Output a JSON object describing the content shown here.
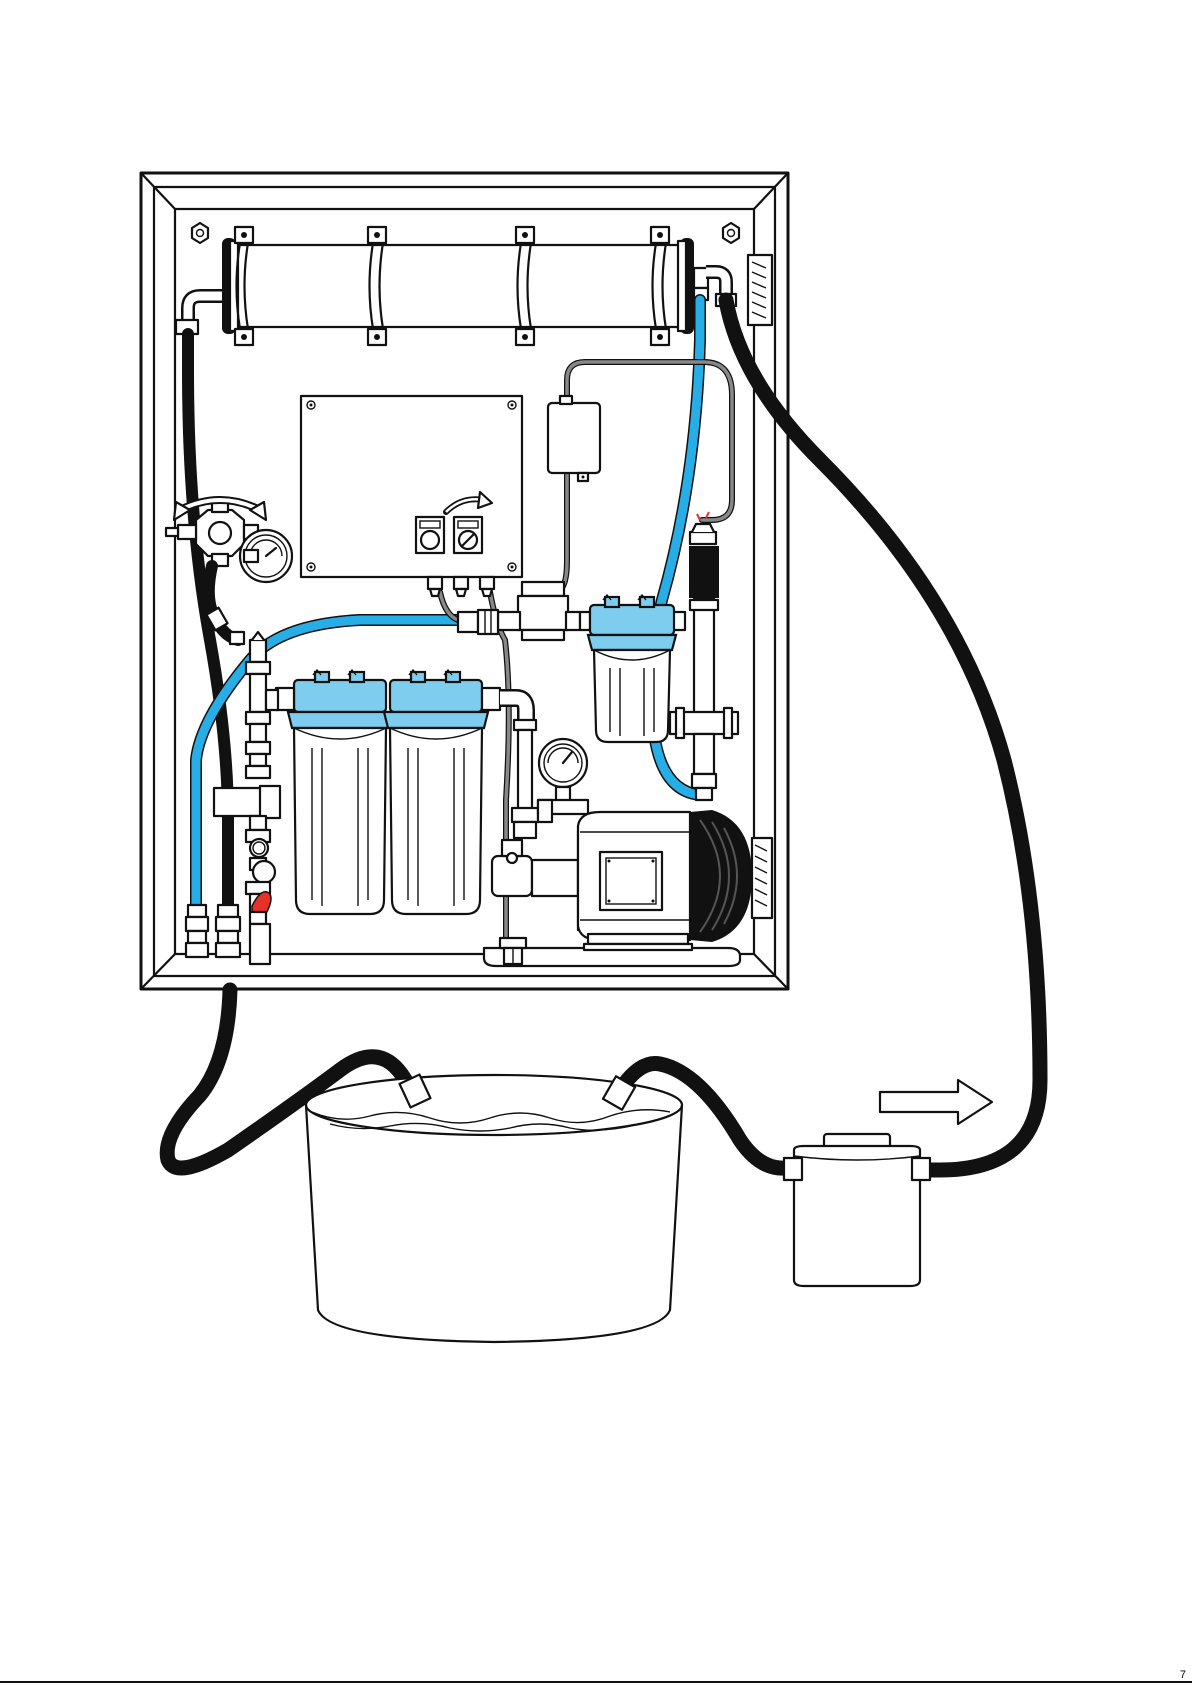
{
  "colors": {
    "water_line": "#27aee6",
    "housing_cap": "#7fcdee",
    "hose": "#111111",
    "cable": "#888888",
    "valve_handle": "#e8302a",
    "outline": "#111111"
  },
  "icons": {
    "rotate_arrow": "curved-arrow-icon",
    "outflow_arrow": "right-arrow-icon"
  },
  "control_box": {
    "switches": [
      "power-switch",
      "mode-switch"
    ]
  },
  "filters": {
    "housing_count": 3
  },
  "footer": {
    "page_number": "7"
  }
}
